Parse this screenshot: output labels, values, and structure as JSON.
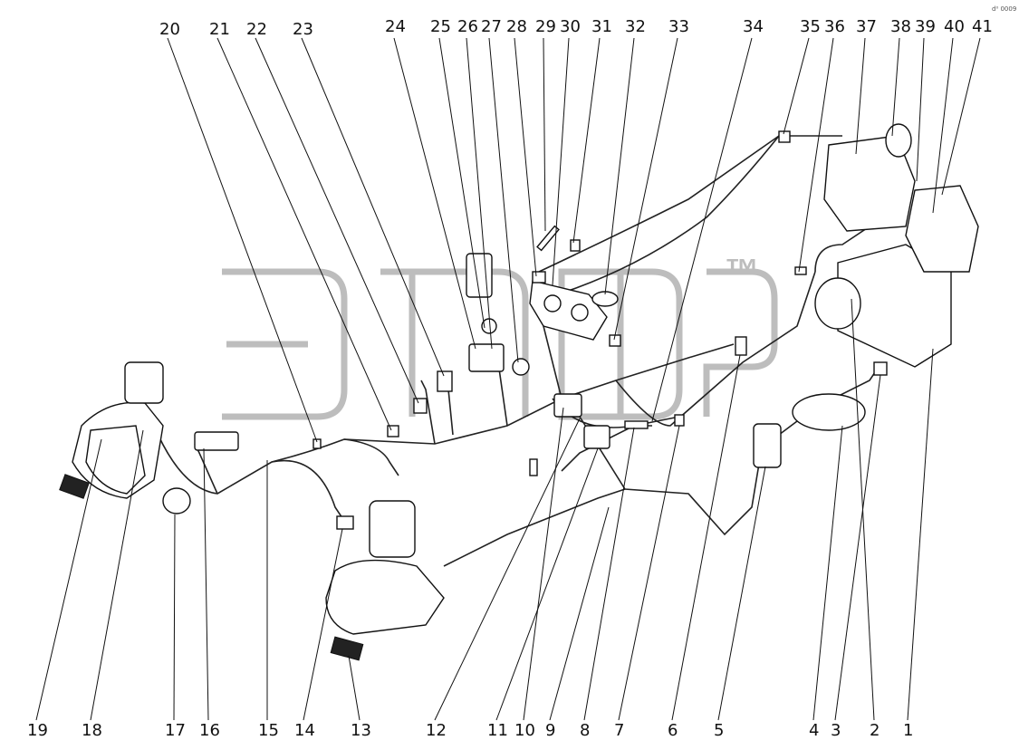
{
  "top_labels": [
    "20",
    "21",
    "22",
    "23",
    "24",
    "25",
    "26",
    "27",
    "28",
    "29",
    "30",
    "31",
    "32",
    "33",
    "34",
    "35",
    "36",
    "37",
    "38",
    "39",
    "40",
    "41"
  ],
  "bottom_labels": [
    "19",
    "18",
    "17",
    "16",
    "15",
    "14",
    "13",
    "12",
    "11",
    "10",
    "9",
    "8",
    "7",
    "6",
    "5",
    "4",
    "3",
    "2",
    "1"
  ],
  "watermark": {
    "trademark": "™"
  },
  "corner_mark": "d⁰ 0009"
}
